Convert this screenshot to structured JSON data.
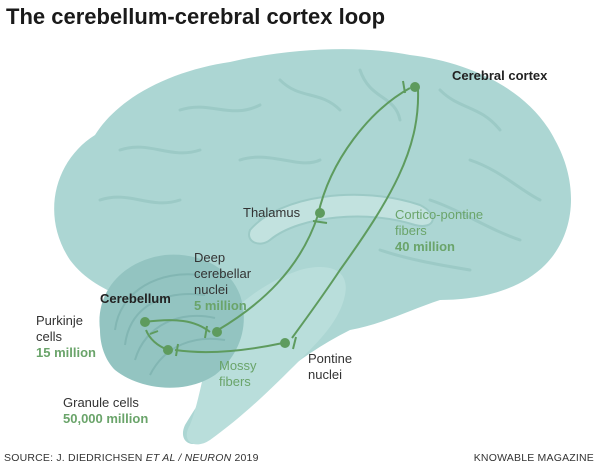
{
  "title": "The cerebellum-cerebral cortex loop",
  "labels": {
    "cerebral_cortex": "Cerebral cortex",
    "thalamus": "Thalamus",
    "cortico_pontine": {
      "name_line1": "Cortico-pontine",
      "name_line2": "fibers",
      "count": "40 million"
    },
    "deep_nuclei": {
      "line1": "Deep",
      "line2": "cerebellar",
      "line3": "nuclei",
      "count": "5 million"
    },
    "cerebellum": "Cerebellum",
    "purkinje": {
      "line1": "Purkinje",
      "line2": "cells",
      "count": "15 million"
    },
    "mossy": {
      "line1": "Mossy",
      "line2": "fibers"
    },
    "pontine": {
      "line1": "Pontine",
      "line2": "nuclei"
    },
    "granule": {
      "name": "Granule cells",
      "count": "50,000 million"
    }
  },
  "footer": {
    "source_prefix": "SOURCE: J. DIEDRICHSEN ",
    "source_italic": "ET AL / NEURON",
    "source_year": " 2019",
    "credit": "KNOWABLE MAGAZINE"
  },
  "colors": {
    "brain": "#acd6d3",
    "cerebellum": "#93c4c1",
    "pathway": "#5e9b5e",
    "label_green": "#6aa46a"
  }
}
